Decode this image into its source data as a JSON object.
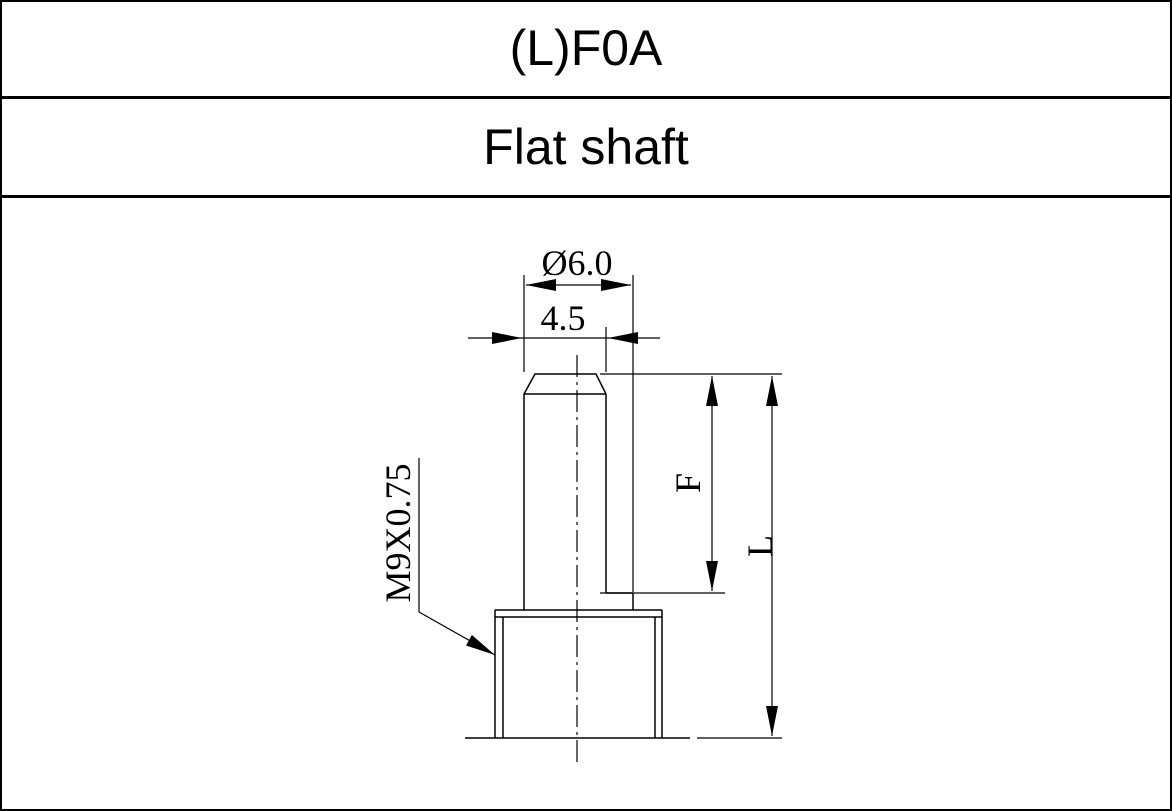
{
  "header": {
    "code": "(L)F0A",
    "name": "Flat shaft"
  },
  "drawing": {
    "dim_diameter": "Ø6.0",
    "dim_flat_width": "4.5",
    "dim_flat_length": "F",
    "dim_total_length": "L",
    "thread_spec": "M9X0.75"
  },
  "colors": {
    "line": "#000000",
    "background": "#ffffff"
  }
}
